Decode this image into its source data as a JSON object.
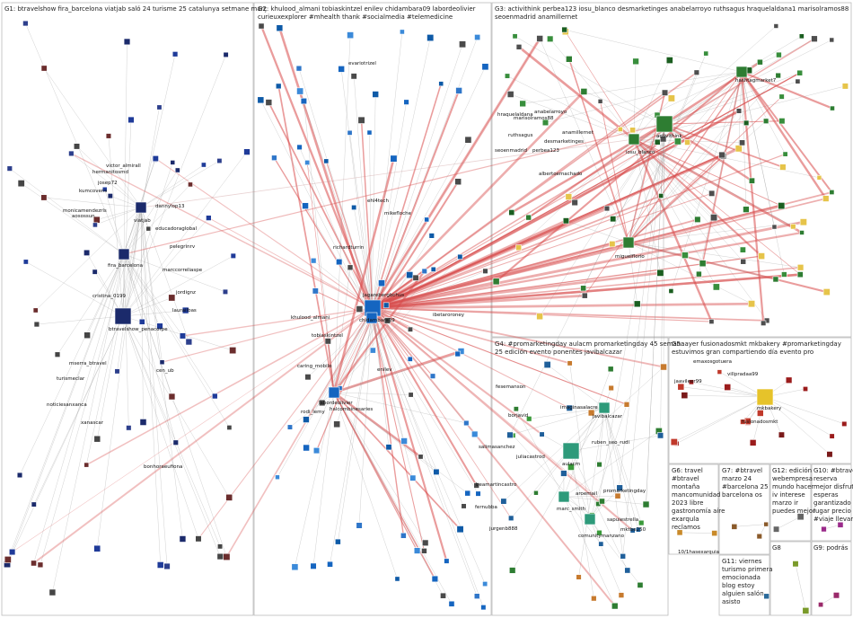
{
  "panels": [
    {
      "id": "G1",
      "title_lines": [
        "G1: btravelshow fira_barcelona viatjab saló 24 turisme 25 catalunya setmane març"
      ]
    },
    {
      "id": "G2",
      "title_lines": [
        "G2: khulood_almani tobiaskintzel enilev chidambara09 labordeolivier",
        "curieuxexplorer #mhealth thank #socialmedia #telemedicine"
      ]
    },
    {
      "id": "G3",
      "title_lines": [
        "G3: activithink perbea123 iosu_blanco desmarketinges anabelarroyo ruthsagus hraquelaldana1 marisolramos88",
        "seoenmadrid anamillernet"
      ]
    },
    {
      "id": "G4",
      "title_lines": [
        "G4: #promarketingday aulacm promarketingday 45 semana",
        "25 edición evento ponentes javibalcazar"
      ]
    },
    {
      "id": "G5",
      "title_lines": [
        "G5: ayer fusionadosmkt mkbakery #promarketingday",
        "estuvimos gran compartiendo día evento pro"
      ]
    },
    {
      "id": "G6",
      "title_lines": [
        "G6: travel",
        "#btravel",
        "montaña",
        "mancomunidad",
        "2023 libre",
        "gastronomía aire",
        "exarqula",
        "reclamos"
      ]
    },
    {
      "id": "G7",
      "title_lines": [
        "G7: #btravel",
        "marzo 24",
        "#barcelona 25",
        "barcelona os"
      ]
    },
    {
      "id": "G12",
      "title_lines": [
        "G12: edición",
        "webempresa",
        "mundo hacer",
        "iv interese",
        "marzo ir",
        "puedes mejor"
      ]
    },
    {
      "id": "G10",
      "title_lines": [
        "G10: #btravel",
        "reserva",
        "mejor disfruta",
        "esperas",
        "garantizado",
        "lugar precio",
        "#viaje llevar"
      ]
    },
    {
      "id": "G11",
      "title_lines": [
        "G11: viernes",
        "turismo primera",
        "emocionada",
        "blog estoy",
        "alguien salón",
        "asisto"
      ]
    },
    {
      "id": "G8",
      "title_lines": [
        "G8"
      ]
    },
    {
      "id": "G9",
      "title_lines": [
        "G9: podrás"
      ]
    }
  ],
  "labels": [
    {
      "text": "victor_almirall",
      "panel": "G1"
    },
    {
      "text": "hermanitosmd",
      "panel": "G1"
    },
    {
      "text": "josep72",
      "panel": "G1"
    },
    {
      "text": "kumcovens",
      "panel": "G1"
    },
    {
      "text": "monicamendezrls",
      "panel": "G1"
    },
    {
      "text": "aosossun",
      "panel": "G1"
    },
    {
      "text": "viatjab",
      "panel": "G1"
    },
    {
      "text": "dannylop13",
      "panel": "G1"
    },
    {
      "text": "educadoraglobal",
      "panel": "G1"
    },
    {
      "text": "pelegrinrv",
      "panel": "G1"
    },
    {
      "text": "fira_barcelona",
      "panel": "G1"
    },
    {
      "text": "marccorreliaspe",
      "panel": "G1"
    },
    {
      "text": "cristina_0199",
      "panel": "G1"
    },
    {
      "text": "jordignz",
      "panel": "G1"
    },
    {
      "text": "laurailbas",
      "panel": "G1"
    },
    {
      "text": "btravelshow_penacorpe",
      "panel": "G1"
    },
    {
      "text": "mserra_btravel",
      "panel": "G1"
    },
    {
      "text": "turismeclar",
      "panel": "G1"
    },
    {
      "text": "cen_ub",
      "panel": "G1"
    },
    {
      "text": "noticiesanxanca",
      "panel": "G1"
    },
    {
      "text": "xanascar",
      "panel": "G1"
    },
    {
      "text": "bonhoraeufiona",
      "panel": "G1"
    },
    {
      "text": "evariotrizel",
      "panel": "G2"
    },
    {
      "text": "ehl4tech",
      "panel": "G2"
    },
    {
      "text": "mikefloche",
      "panel": "G2"
    },
    {
      "text": "richardturrin",
      "panel": "G2"
    },
    {
      "text": "jagarebergbchus",
      "panel": "G2"
    },
    {
      "text": "chidambara09",
      "panel": "G2"
    },
    {
      "text": "ibetaroroney",
      "panel": "G2"
    },
    {
      "text": "khulood_almani",
      "panel": "G2"
    },
    {
      "text": "tobiaskintzel",
      "panel": "G2"
    },
    {
      "text": "caring_mobile",
      "panel": "G2"
    },
    {
      "text": "enilev",
      "panel": "G2"
    },
    {
      "text": "labordeolivier",
      "panel": "G2"
    },
    {
      "text": "rodi_lemy",
      "panel": "G2"
    },
    {
      "text": "halcombinesaries",
      "panel": "G2"
    },
    {
      "text": "hraquelaldana",
      "panel": "G3"
    },
    {
      "text": "anabelarroyo",
      "panel": "G3"
    },
    {
      "text": "marisolramos88",
      "panel": "G3"
    },
    {
      "text": "ruthsagus",
      "panel": "G3"
    },
    {
      "text": "anamillernet",
      "panel": "G3"
    },
    {
      "text": "seoenmadrid",
      "panel": "G3"
    },
    {
      "text": "desmarketinges",
      "panel": "G3"
    },
    {
      "text": "perbea123",
      "panel": "G3"
    },
    {
      "text": "iosu_blanco",
      "panel": "G3"
    },
    {
      "text": "activithink",
      "panel": "G3"
    },
    {
      "text": "hashtagmarket7",
      "panel": "G3"
    },
    {
      "text": "albertoemachado",
      "panel": "G3"
    },
    {
      "text": "miguelflorio",
      "panel": "G3"
    },
    {
      "text": "fesemanson",
      "panel": "G4"
    },
    {
      "text": "imaginasalacre",
      "panel": "G4"
    },
    {
      "text": "javibalcazar",
      "panel": "G4"
    },
    {
      "text": "borjavid",
      "panel": "G4"
    },
    {
      "text": "ruben_seo_rudi",
      "panel": "G4"
    },
    {
      "text": "salimasanchez",
      "panel": "G4"
    },
    {
      "text": "juliacastrod",
      "panel": "G4"
    },
    {
      "text": "aulacm",
      "panel": "G4"
    },
    {
      "text": "promarketingday",
      "panel": "G4"
    },
    {
      "text": "beamartincastro",
      "panel": "G4"
    },
    {
      "text": "aroemail",
      "panel": "G4"
    },
    {
      "text": "fernubba",
      "panel": "G4"
    },
    {
      "text": "marc_smith",
      "panel": "G4"
    },
    {
      "text": "jurgenb888",
      "panel": "G4"
    },
    {
      "text": "comunitymanzano",
      "panel": "G4"
    },
    {
      "text": "sapuiestrella",
      "panel": "G4"
    },
    {
      "text": "mktbe250",
      "panel": "G4"
    },
    {
      "text": "emaxosgotuera",
      "panel": "G5"
    },
    {
      "text": "villpradaa99",
      "panel": "G5"
    },
    {
      "text": "jaavileer99",
      "panel": "G5"
    },
    {
      "text": "mkbakery",
      "panel": "G5"
    },
    {
      "text": "fusionadosmkt",
      "panel": "G5"
    },
    {
      "text": "10/1hasexarquia",
      "panel": "G6"
    }
  ],
  "colors": {
    "edge_red": "#d84b4b",
    "edge_grey": "#9a9a9a",
    "panel_border": "#bbbbbb",
    "label_border": "#3a78c9"
  }
}
